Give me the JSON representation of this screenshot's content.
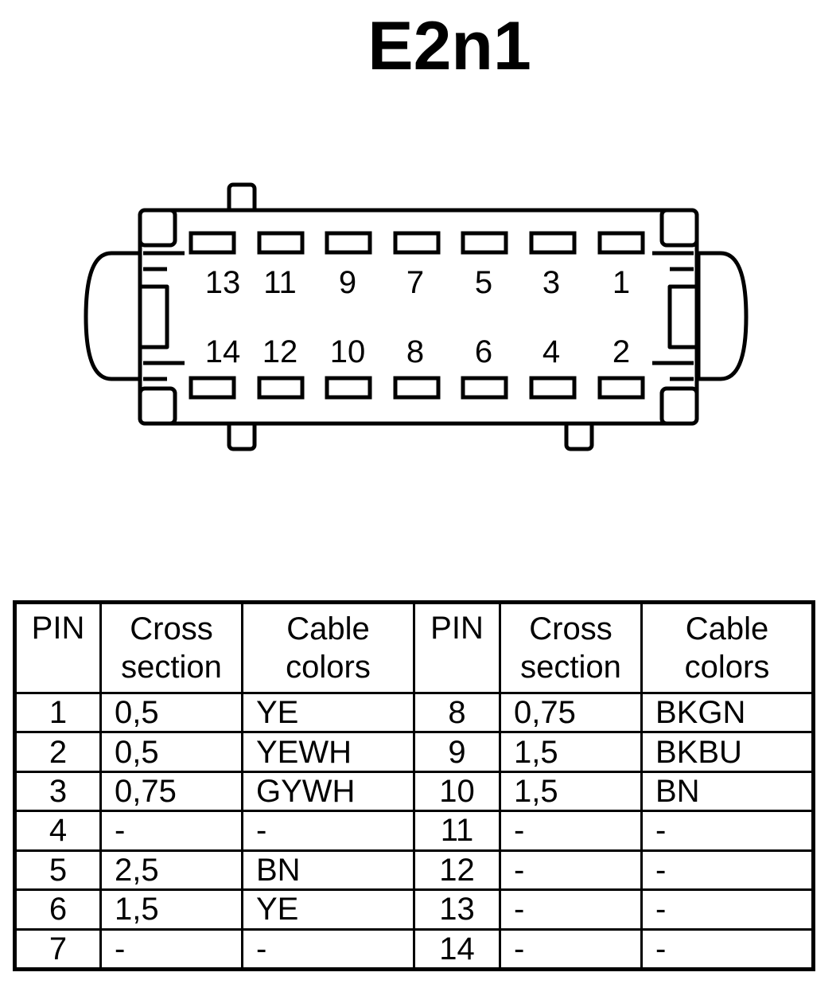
{
  "title": "E2n1",
  "connector": {
    "top_row_pins": [
      "13",
      "11",
      "9",
      "7",
      "5",
      "3",
      "1"
    ],
    "bottom_row_pins": [
      "14",
      "12",
      "10",
      "8",
      "6",
      "4",
      "2"
    ]
  },
  "table": {
    "headers": {
      "pin": "PIN",
      "cross_l1": "Cross",
      "cross_l2": "section",
      "colors_l1": "Cable",
      "colors_l2": "colors"
    },
    "rows": [
      {
        "pin_a": "1",
        "cross_a": "0,5",
        "color_a": "YE",
        "pin_b": "8",
        "cross_b": "0,75",
        "color_b": "BKGN"
      },
      {
        "pin_a": "2",
        "cross_a": "0,5",
        "color_a": "YEWH",
        "pin_b": "9",
        "cross_b": "1,5",
        "color_b": "BKBU"
      },
      {
        "pin_a": "3",
        "cross_a": "0,75",
        "color_a": "GYWH",
        "pin_b": "10",
        "cross_b": "1,5",
        "color_b": "BN"
      },
      {
        "pin_a": "4",
        "cross_a": "-",
        "color_a": "-",
        "pin_b": "11",
        "cross_b": "-",
        "color_b": "-"
      },
      {
        "pin_a": "5",
        "cross_a": "2,5",
        "color_a": "BN",
        "pin_b": "12",
        "cross_b": "-",
        "color_b": "-"
      },
      {
        "pin_a": "6",
        "cross_a": "1,5",
        "color_a": "YE",
        "pin_b": "13",
        "cross_b": "-",
        "color_b": "-"
      },
      {
        "pin_a": "7",
        "cross_a": "-",
        "color_a": "-",
        "pin_b": "14",
        "cross_b": "-",
        "color_b": "-"
      }
    ]
  }
}
